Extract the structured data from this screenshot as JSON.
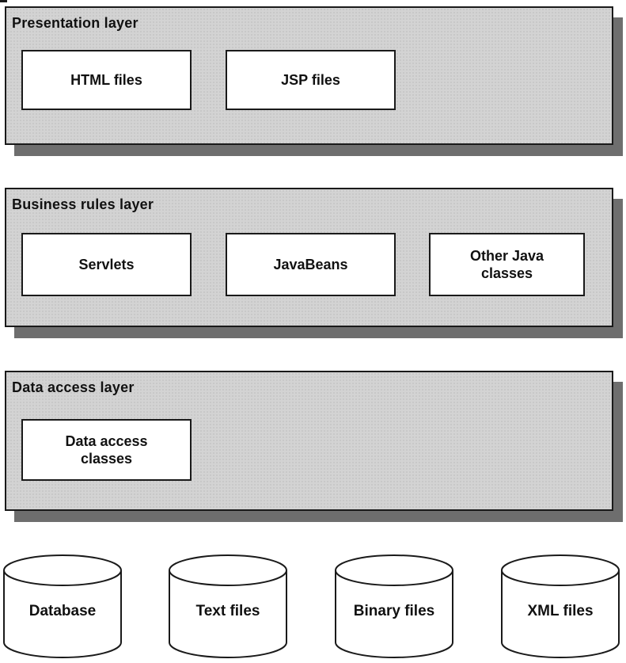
{
  "diagram": {
    "layers": [
      {
        "title": "Presentation layer",
        "boxes": [
          {
            "label": "HTML files"
          },
          {
            "label": "JSP files"
          }
        ]
      },
      {
        "title": "Business rules layer",
        "boxes": [
          {
            "label": "Servlets"
          },
          {
            "label": "JavaBeans"
          },
          {
            "label": "Other Java\nclasses"
          }
        ]
      },
      {
        "title": "Data access layer",
        "boxes": [
          {
            "label": "Data access\nclasses"
          }
        ]
      }
    ],
    "datastores": [
      {
        "label": "Database"
      },
      {
        "label": "Text files"
      },
      {
        "label": "Binary files"
      },
      {
        "label": "XML files"
      }
    ],
    "colors": {
      "layer_fill": "#d3d3d3",
      "layer_shadow": "#6e6e6e",
      "outline": "#1a1a1a",
      "box_fill": "#ffffff",
      "text": "#111111"
    }
  }
}
